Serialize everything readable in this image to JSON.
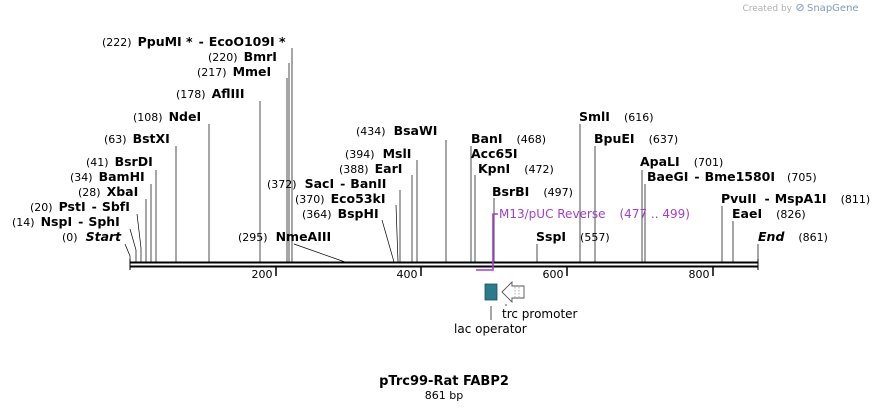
{
  "branding": {
    "created_by": "Created by",
    "product": "SnapGene"
  },
  "map": {
    "title": "pTrc99-Rat FABP2",
    "length_label": "861 bp",
    "scale_ticks": [
      "200",
      "400",
      "600",
      "800"
    ]
  },
  "sites": [
    {
      "pos": "(222)",
      "name": "PpuMI *",
      "name2": "EcoO109I *"
    },
    {
      "pos": "(220)",
      "name": "BmrI"
    },
    {
      "pos": "(217)",
      "name": "MmeI"
    },
    {
      "pos": "(178)",
      "name": "AflIII"
    },
    {
      "pos": "(108)",
      "name": "NdeI"
    },
    {
      "pos": "(63)",
      "name": "BstXI"
    },
    {
      "pos": "(41)",
      "name": "BsrDI"
    },
    {
      "pos": "(34)",
      "name": "BamHI"
    },
    {
      "pos": "(28)",
      "name": "XbaI"
    },
    {
      "pos": "(20)",
      "name": "PstI",
      "name2": "SbfI"
    },
    {
      "pos": "(14)",
      "name": "NspI",
      "name2": "SphI"
    },
    {
      "pos": "(0)",
      "name": "Start"
    },
    {
      "pos": "(434)",
      "name": "BsaWI"
    },
    {
      "pos": "(394)",
      "name": "MslI"
    },
    {
      "pos": "(388)",
      "name": "EarI"
    },
    {
      "pos": "(372)",
      "name": "SacI",
      "name2": "BanII"
    },
    {
      "pos": "(370)",
      "name": "Eco53kI"
    },
    {
      "pos": "(364)",
      "name": "BspHI"
    },
    {
      "pos": "(295)",
      "name": "NmeAIII"
    },
    {
      "pos": "(468)",
      "name": "BanI"
    },
    {
      "name": "Acc65I"
    },
    {
      "pos": "(472)",
      "name": "KpnI"
    },
    {
      "pos": "(497)",
      "name": "BsrBI"
    },
    {
      "pos": "(557)",
      "name": "SspI"
    },
    {
      "pos": "(616)",
      "name": "SmlI"
    },
    {
      "pos": "(637)",
      "name": "BpuEI"
    },
    {
      "pos": "(701)",
      "name": "ApaLI"
    },
    {
      "pos": "(705)",
      "name": "BaeGI",
      "name2": "Bme1580I"
    },
    {
      "pos": "(811)",
      "name": "PvuII",
      "name2": "MspA1I"
    },
    {
      "pos": "(826)",
      "name": "EaeI"
    },
    {
      "pos": "(861)",
      "name": "End"
    }
  ],
  "primer": {
    "name": "M13/pUC Reverse",
    "range": "(477 .. 499)"
  },
  "features": {
    "lac_operator": "lac operator",
    "trc_promoter": "trc promoter"
  },
  "colors": {
    "backbone": "#000000",
    "primer": "#a23fd1",
    "lac_operator": "#2a7b8c",
    "promoter_outline": "#555555"
  }
}
